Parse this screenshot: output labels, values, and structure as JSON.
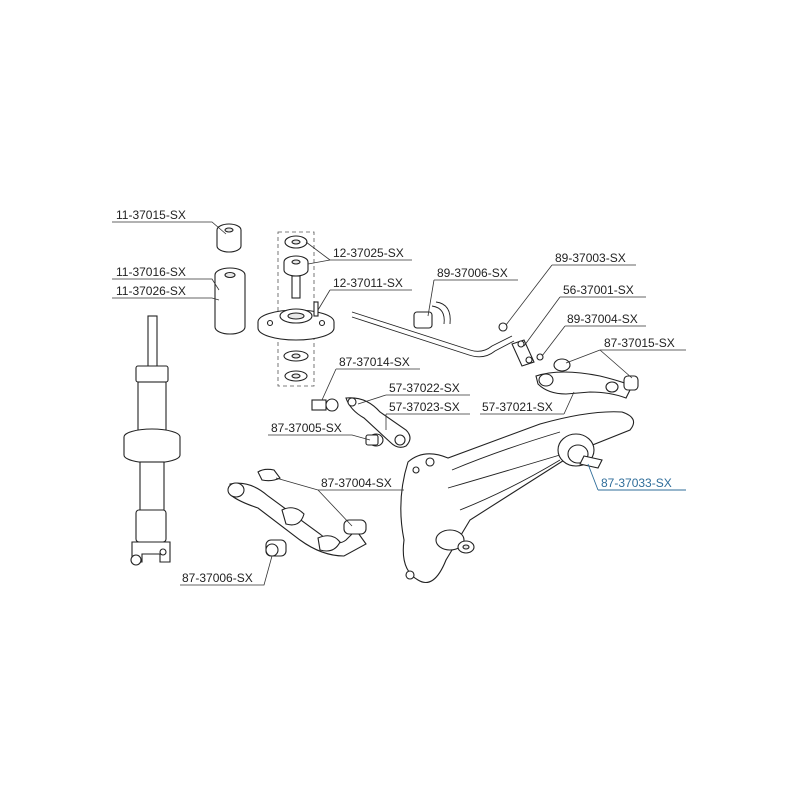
{
  "parts": {
    "p11_37015": "11-37015-SX",
    "p11_37016": "11-37016-SX",
    "p11_37026": "11-37026-SX",
    "p12_37025": "12-37025-SX",
    "p12_37011": "12-37011-SX",
    "p89_37006": "89-37006-SX",
    "p89_37003": "89-37003-SX",
    "p56_37001": "56-37001-SX",
    "p89_37004": "89-37004-SX",
    "p87_37015": "87-37015-SX",
    "p87_37014": "87-37014-SX",
    "p57_37022": "57-37022-SX",
    "p57_37023": "57-37023-SX",
    "p57_37021": "57-37021-SX",
    "p87_37005": "87-37005-SX",
    "p87_37033": "87-37033-SX",
    "p87_37004": "87-37004-SX",
    "p87_37006": "87-37006-SX"
  },
  "colors": {
    "line": "#222222",
    "highlight": "#2f6d9a"
  }
}
